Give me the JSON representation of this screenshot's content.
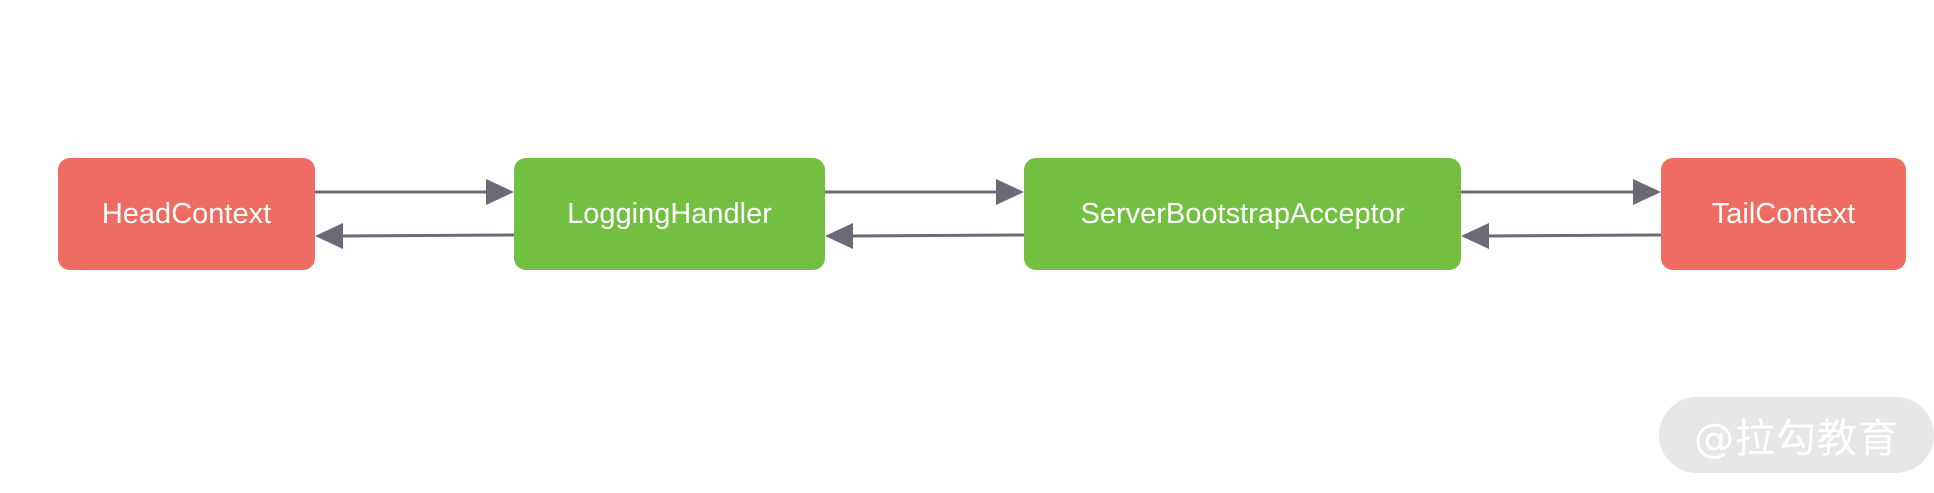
{
  "nodes": {
    "head": "HeadContext",
    "logging": "LoggingHandler",
    "acceptor": "ServerBootstrapAcceptor",
    "tail": "TailContext"
  },
  "edges": [
    {
      "from": "head",
      "to": "logging",
      "direction": "forward"
    },
    {
      "from": "logging",
      "to": "head",
      "direction": "backward"
    },
    {
      "from": "logging",
      "to": "acceptor",
      "direction": "forward"
    },
    {
      "from": "acceptor",
      "to": "logging",
      "direction": "backward"
    },
    {
      "from": "acceptor",
      "to": "tail",
      "direction": "forward"
    },
    {
      "from": "tail",
      "to": "acceptor",
      "direction": "backward"
    }
  ],
  "watermark": "@拉勾教育",
  "colors": {
    "context_node": "#ee6c61",
    "handler_node": "#72bf42",
    "arrow": "#6b6b78",
    "watermark_bg": "#e7e7e7"
  }
}
